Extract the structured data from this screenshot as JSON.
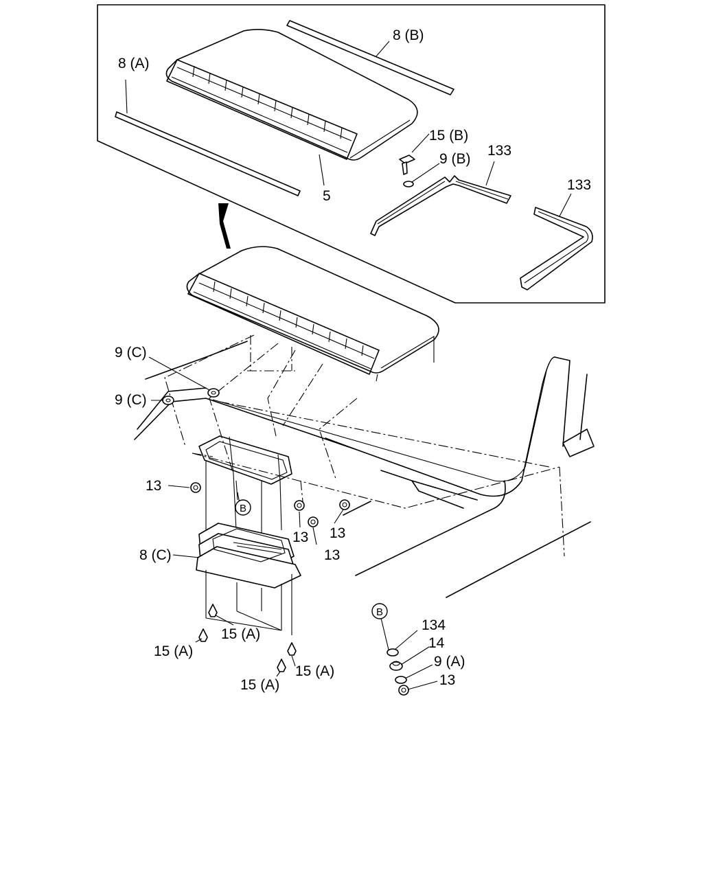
{
  "labels": {
    "part_8b": "8 (B)",
    "part_8a": "8 (A)",
    "part_5": "5",
    "part_15b": "15 (B)",
    "part_9b": "9 (B)",
    "part_133_upper": "133",
    "part_133_lower": "133",
    "part_9c_upper": "9 (C)",
    "part_9c_lower": "9 (C)",
    "part_13_left": "13",
    "part_13_mid_a": "13",
    "part_13_mid_b": "13",
    "part_13_right": "13",
    "part_8c": "8 (C)",
    "part_15a_1": "15 (A)",
    "part_15a_2": "15 (A)",
    "part_15a_3": "15 (A)",
    "part_15a_4": "15 (A)",
    "part_134": "134",
    "part_14": "14",
    "part_9a": "9 (A)",
    "part_13_stack": "13",
    "ref_b_main": "B",
    "ref_b_stack": "B"
  },
  "colors": {
    "line": "#000000",
    "background": "#ffffff"
  }
}
